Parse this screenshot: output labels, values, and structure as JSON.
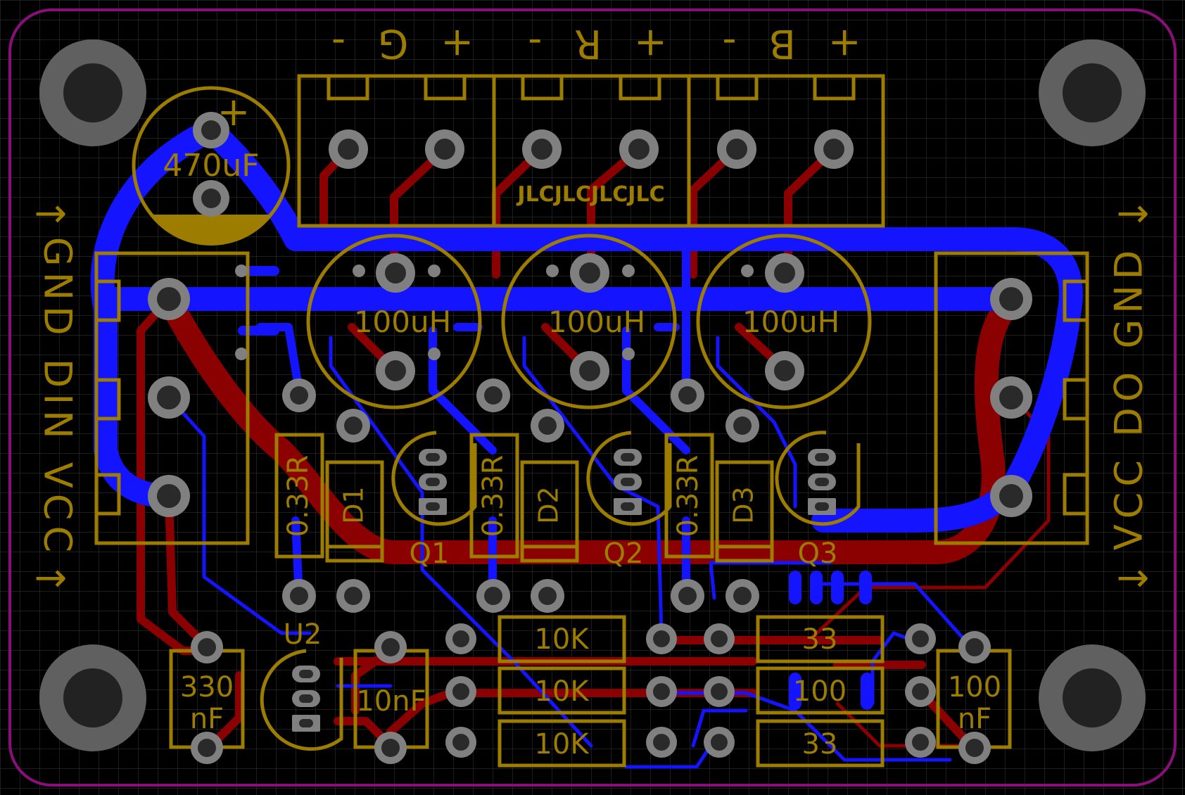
{
  "colors": {
    "background": "#000000",
    "grid": "#3a3a3a",
    "outline": "#8a0f7a",
    "silkscreen": "#9c7d00",
    "top_copper": "#8b0000",
    "bottom_copper": "#1414ff",
    "pad": "#808080",
    "mount_hole": "#606060",
    "drill": "#2a2a2a"
  },
  "labels": {
    "cap_470": "470uF",
    "cap_plus": "+",
    "g_conn": "+ G -",
    "r_conn": "+ R -",
    "b_conn": "+ B -",
    "jlc": "JLCJLCJLCJLC",
    "inductor": "100uH",
    "resistor_033": "0.33R",
    "d1": "D1",
    "d2": "D2",
    "d3": "D3",
    "q1": "Q1",
    "q2": "Q2",
    "q3": "Q3",
    "u2": "U2",
    "left_connector": "GND DIN VCC",
    "right_connector": "VCC DO GND",
    "r_10k": "10K",
    "r_33": "33",
    "r_100": "100",
    "cap_330": "330",
    "cap_nf": "nF",
    "cap_10nf": "10nF",
    "cap_100": "100",
    "arrow": "→"
  }
}
